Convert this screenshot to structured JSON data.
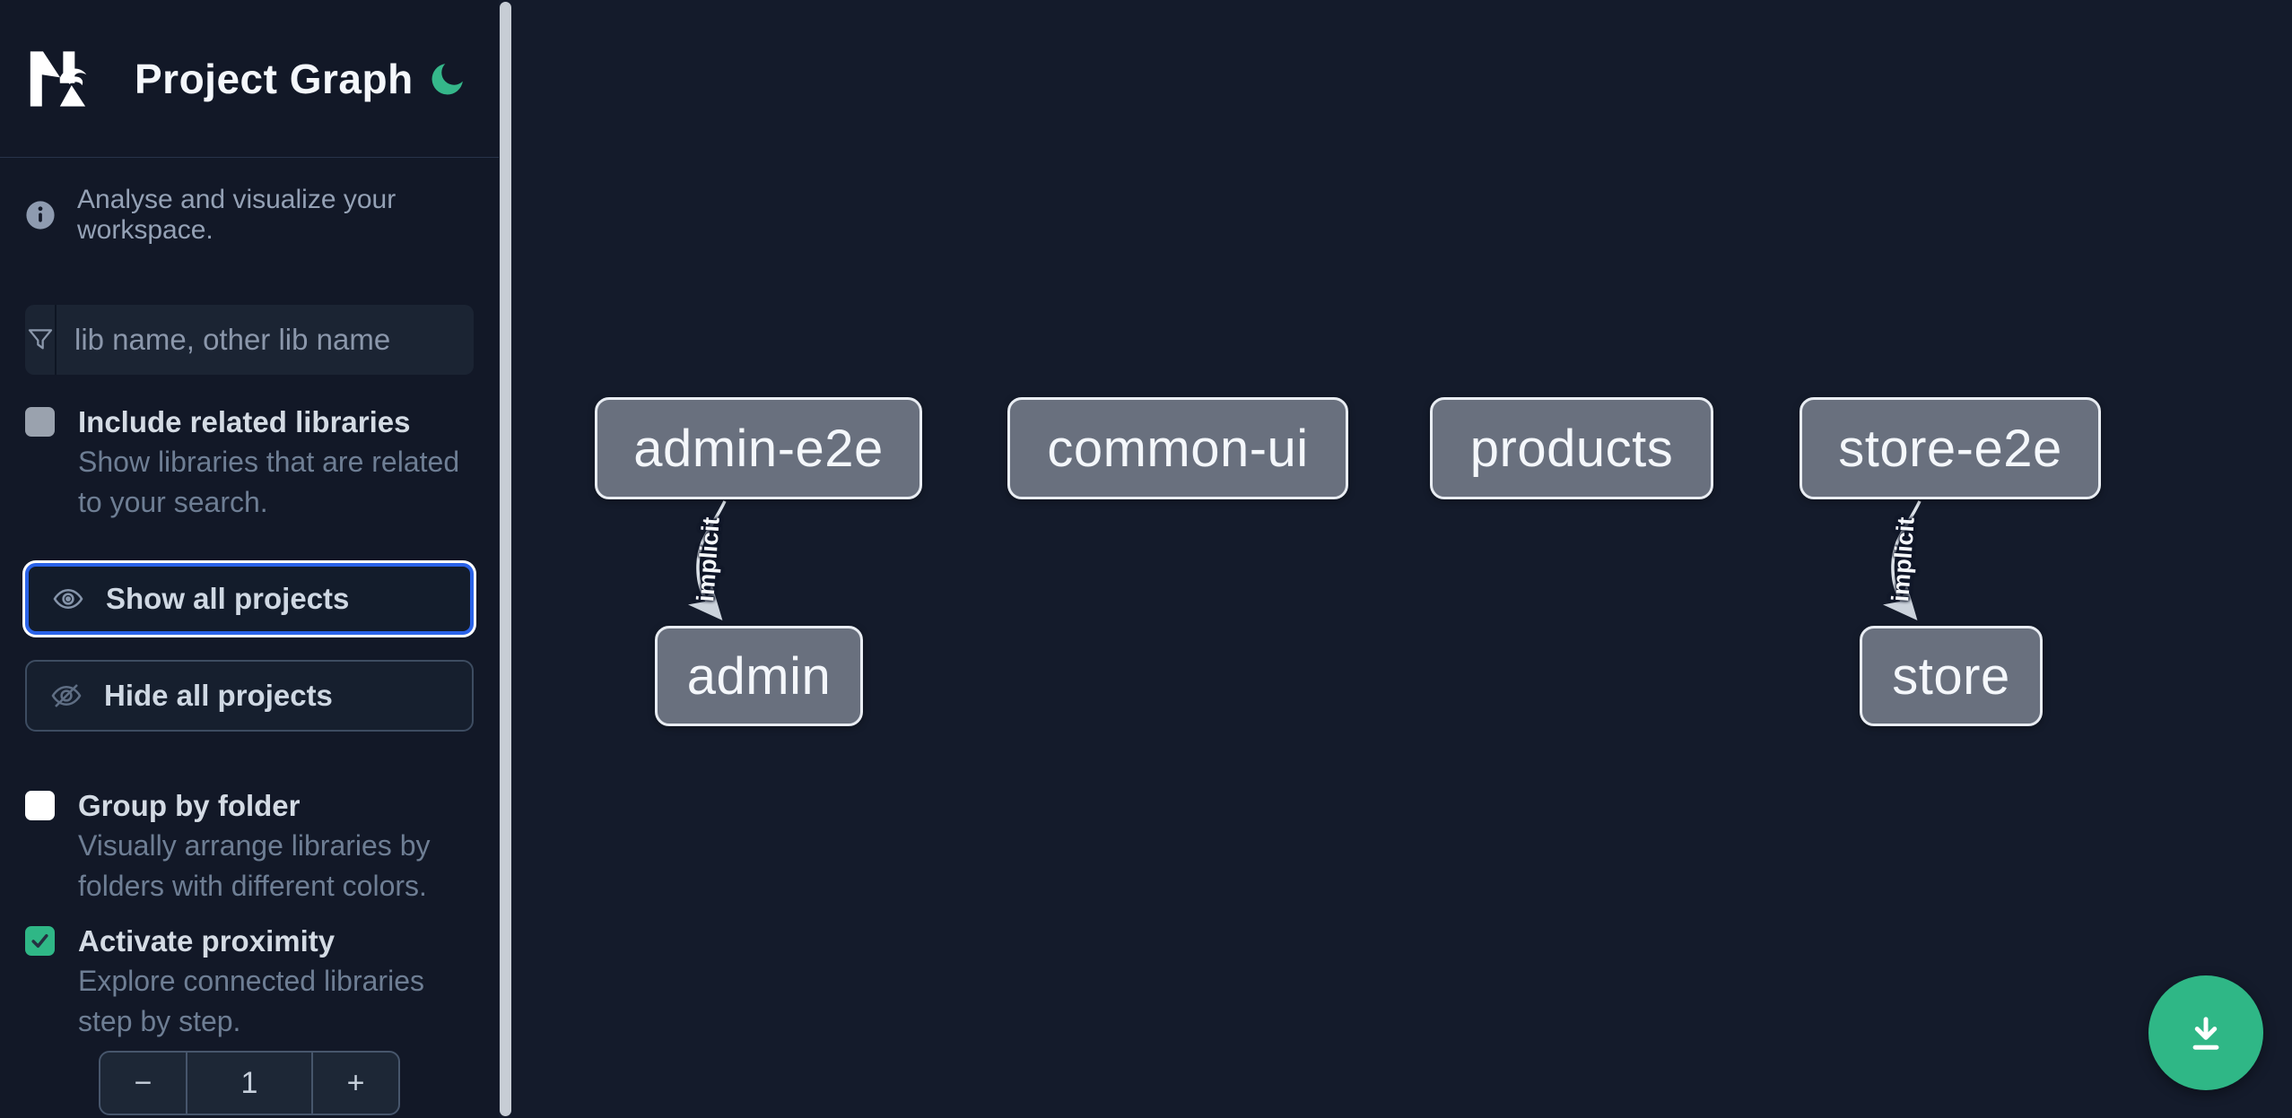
{
  "header": {
    "logo": "Nx",
    "title": "Project Graph",
    "theme_toggle_icon": "moon-icon"
  },
  "intro": {
    "icon": "info-icon",
    "text": "Analyse and visualize your workspace."
  },
  "filter": {
    "icon": "funnel-icon",
    "placeholder": "lib name, other lib name",
    "value": ""
  },
  "options": [
    {
      "id": "include-related-libraries",
      "label": "Include related libraries",
      "description": "Show libraries that are related to your search.",
      "checked": false
    },
    {
      "id": "group-by-folder",
      "label": "Group by folder",
      "description": "Visually arrange libraries by folders with different colors.",
      "checked": false
    },
    {
      "id": "activate-proximity",
      "label": "Activate proximity",
      "description": "Explore connected libraries step by step.",
      "checked": true
    }
  ],
  "actions": [
    {
      "id": "show-all-projects",
      "label": "Show all projects",
      "icon": "eye-icon",
      "focused": true
    },
    {
      "id": "hide-all-projects",
      "label": "Hide all projects",
      "icon": "eye-off-icon",
      "focused": false
    }
  ],
  "proximity_stepper": {
    "decrement_label": "−",
    "value": "1",
    "increment_label": "+"
  },
  "graph": {
    "nodes": [
      {
        "label": "admin-e2e"
      },
      {
        "label": "common-ui"
      },
      {
        "label": "products"
      },
      {
        "label": "store-e2e"
      },
      {
        "label": "admin"
      },
      {
        "label": "store"
      }
    ],
    "edges": [
      {
        "source": "admin-e2e",
        "target": "admin",
        "label": "implicit"
      },
      {
        "source": "store-e2e",
        "target": "store",
        "label": "implicit"
      }
    ]
  },
  "fab": {
    "icon": "download-icon"
  },
  "colors": {
    "accent_green": "#2fb786",
    "focus_blue": "#2b63e8",
    "node_fill": "#69707e",
    "canvas_bg": "#141b2b",
    "sidebar_bg": "#121827"
  }
}
